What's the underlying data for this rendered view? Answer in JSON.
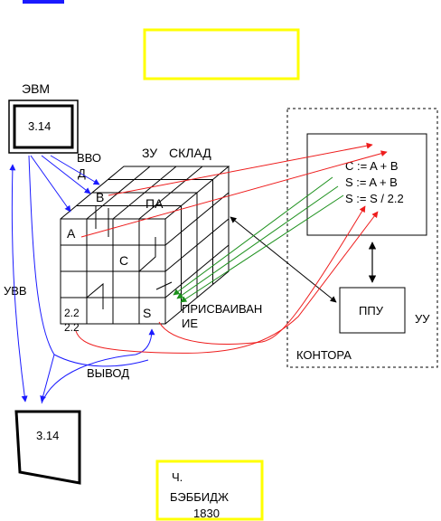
{
  "colors": {
    "blue": "#1a1aff",
    "yellow": "#ffff00",
    "red": "#ee1c1c",
    "green": "#1a8f1a",
    "black": "#000000"
  },
  "computer": {
    "label": "ЭВМ",
    "screen_value": "3.14"
  },
  "printer": {
    "value": "3.14"
  },
  "cube": {
    "label": "ЗУ",
    "label_store": "СКЛАД",
    "memory_label": "ПА",
    "input_label_line1": "ВВО",
    "input_label_line2": "Д",
    "output_label": "ВЫВОД",
    "io_device_label": "УВВ",
    "assign_label_line1": "ПРИСВАИВАН",
    "assign_label_line2": "ИЕ",
    "cells": {
      "a": "A",
      "b": "B",
      "c": "C",
      "s": "S",
      "v1": "2.2",
      "v2": "2.2"
    }
  },
  "control": {
    "office_label": "КОНТОРА",
    "unit_label": "УУ",
    "processor_label": "ППУ",
    "program": [
      "C := A + B",
      "S := A + B",
      "S := S / 2.2"
    ]
  },
  "credit": {
    "line1": "Ч.",
    "line2": "БЭББИДЖ",
    "line3": "1830"
  }
}
